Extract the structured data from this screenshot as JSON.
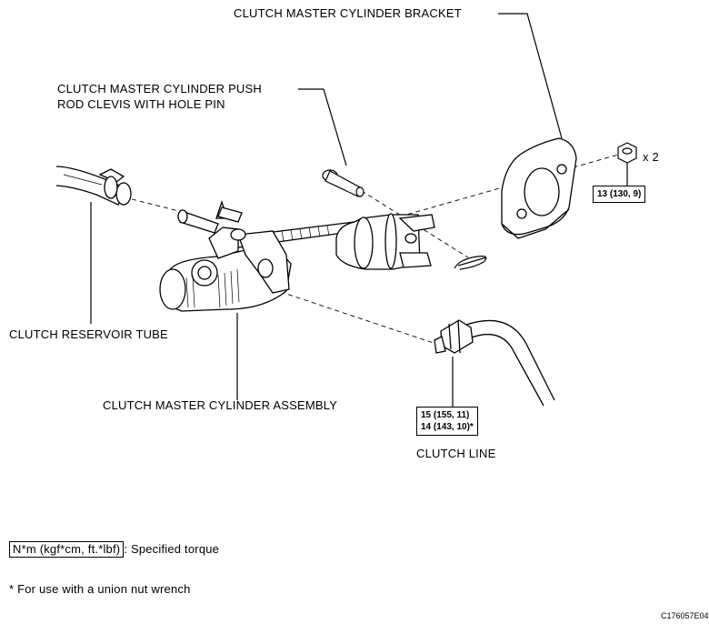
{
  "labels": {
    "bracket": "CLUTCH MASTER CYLINDER BRACKET",
    "pushrod_line1": "CLUTCH MASTER CYLINDER PUSH",
    "pushrod_line2": "ROD CLEVIS WITH HOLE PIN",
    "reservoir_tube": "CLUTCH RESERVOIR TUBE",
    "assembly": "CLUTCH MASTER CYLINDER ASSEMBLY",
    "clutch_line": "CLUTCH LINE",
    "nut_qty": "x 2"
  },
  "torques": {
    "bracket_nut": "13 (130, 9)",
    "line_1": "15 (155, 11)",
    "line_2": "14 (143, 10)*"
  },
  "legend": {
    "units": "N*m (kgf*cm, ft.*lbf)",
    "units_suffix": ": Specified torque",
    "footnote": "* For use with a union nut wrench"
  },
  "figure_id": "C176057E04"
}
